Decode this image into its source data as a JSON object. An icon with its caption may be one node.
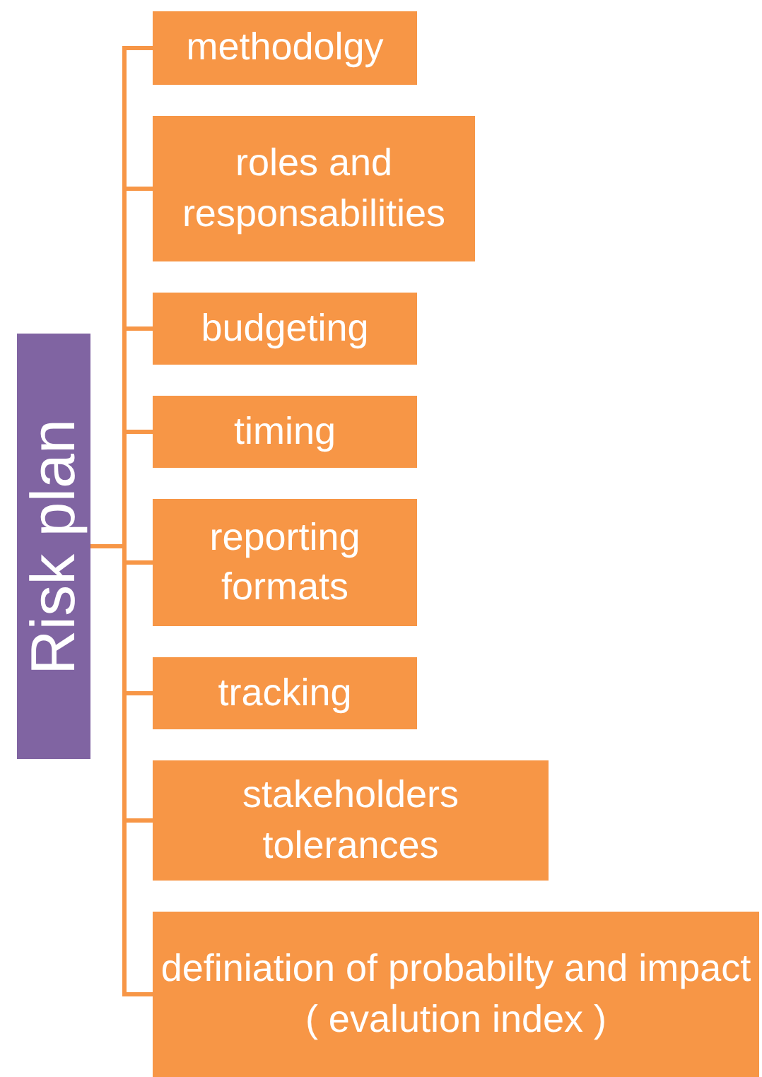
{
  "diagram": {
    "nodes": [
      {
        "text": [
          "Risk plan"
        ]
      },
      {
        "text": [
          "methodolgy"
        ]
      },
      {
        "text": [
          "roles and responsabilities"
        ]
      },
      {
        "text": [
          "budgeting"
        ]
      },
      {
        "text": [
          "timing"
        ]
      },
      {
        "text": [
          "reporting formats"
        ]
      },
      {
        "text": [
          "tracking"
        ]
      },
      {
        "text": [
          "stakeholders tolerances"
        ]
      },
      {
        "text": [
          "definiation of probabilty and impact ( evalution index )"
        ]
      }
    ],
    "edges": [
      {
        "from": 0,
        "to": 1,
        "arrow": "none"
      },
      {
        "from": 0,
        "to": 2,
        "arrow": "none"
      },
      {
        "from": 0,
        "to": 3,
        "arrow": "none"
      },
      {
        "from": 0,
        "to": 4,
        "arrow": "none"
      },
      {
        "from": 0,
        "to": 5,
        "arrow": "none"
      },
      {
        "from": 0,
        "to": 6,
        "arrow": "none"
      },
      {
        "from": 0,
        "to": 7,
        "arrow": "none"
      },
      {
        "from": 0,
        "to": 8,
        "arrow": "none"
      }
    ]
  }
}
